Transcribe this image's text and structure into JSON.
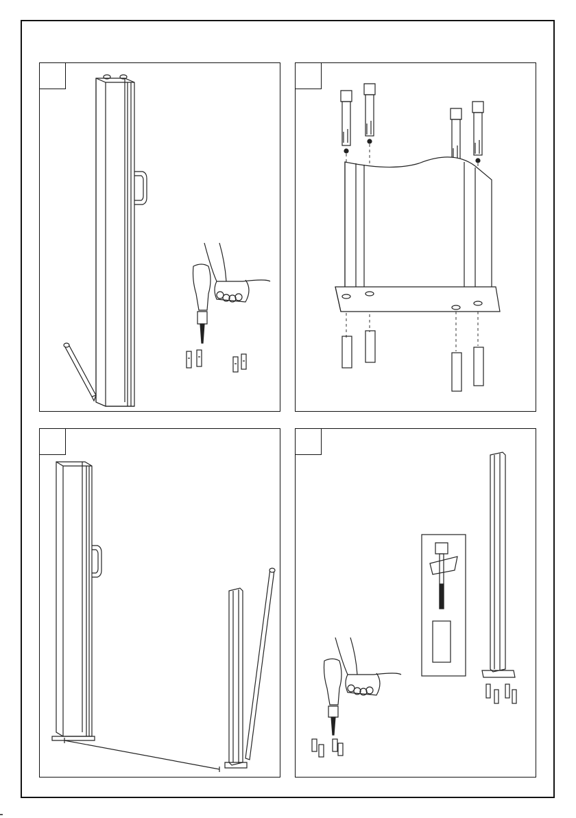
{
  "document": {
    "type": "assembly-instructions",
    "panels": [
      {
        "step": "",
        "illustration": "drill-holes-at-post-base"
      },
      {
        "step": "",
        "illustration": "insert-anchor-bolts-into-base-plate"
      },
      {
        "step": "",
        "illustration": "measure-distance-to-end-post"
      },
      {
        "step": "",
        "illustration": "fix-end-post-with-anchors"
      }
    ]
  },
  "colors": {
    "line": "#111111",
    "ink": "#333333",
    "paper": "#ffffff"
  }
}
